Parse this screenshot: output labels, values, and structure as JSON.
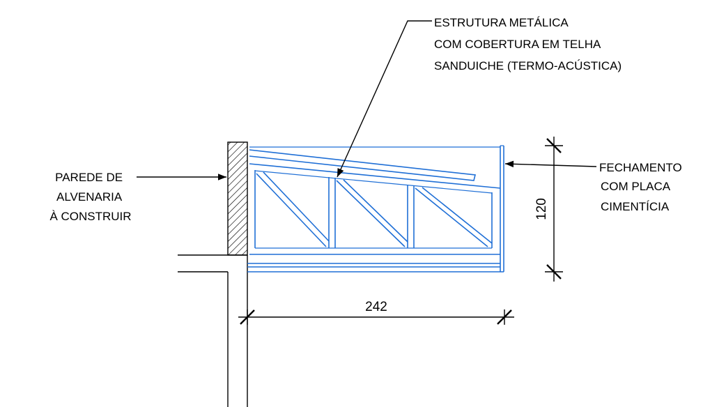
{
  "labels": {
    "roof": [
      "ESTRUTURA METÁLICA",
      "COM COBERTURA EM TELHA",
      "SANDUICHE (TERMO-ACÚSTICA)"
    ],
    "wall": [
      "PAREDE DE",
      "ALVENARIA",
      "À CONSTRUIR"
    ],
    "closure": [
      "FECHAMENTO",
      "COM PLACA",
      "CIMENTÍCIA"
    ]
  },
  "dimensions": {
    "width": "242",
    "height": "120"
  },
  "colors": {
    "structure": "#1f6fd6",
    "lines": "#000000"
  }
}
